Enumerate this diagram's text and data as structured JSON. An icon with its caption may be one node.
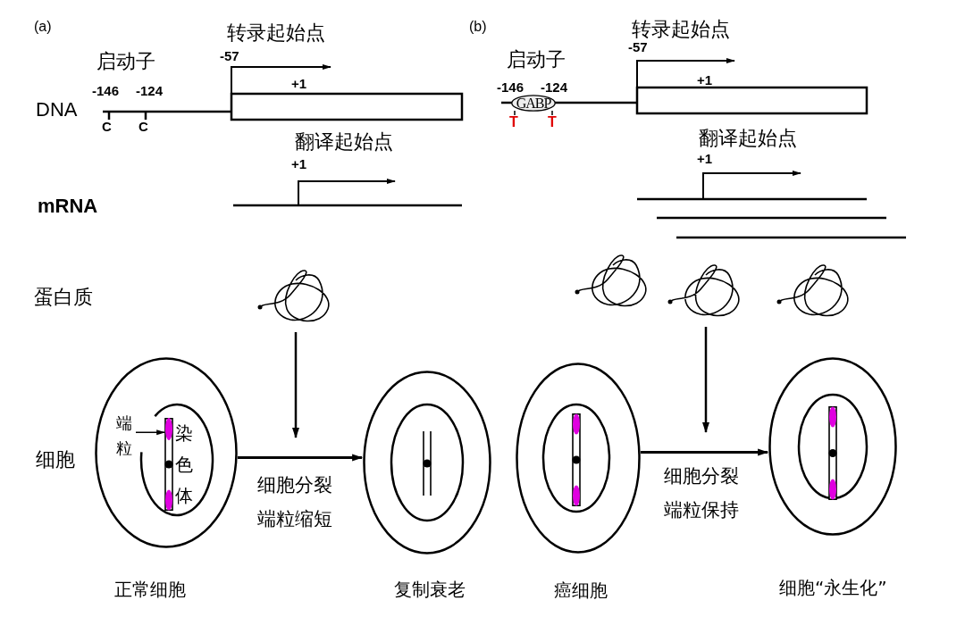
{
  "diagram": {
    "nodes": [
      {
        "text": [],
        "shape": "coil"
      },
      {
        "text": [],
        "shape": "coil"
      },
      {
        "text": [],
        "shape": "coil"
      },
      {
        "text": [],
        "shape": "coil"
      },
      {
        "text": [],
        "shape": "ellipse",
        "beside": [
          "正常细胞"
        ]
      },
      {
        "text": [
          "端粒"
        ],
        "in": 4
      },
      {
        "text": [],
        "shape": "ellipse",
        "in": 4
      },
      {
        "text": [
          "染色体"
        ],
        "in": 4
      },
      {
        "text": [],
        "shape": "ellipse",
        "beside": [
          "复制衰老"
        ]
      },
      {
        "text": [],
        "shape": "ellipse",
        "beside": [
          "癌细胞"
        ]
      },
      {
        "text": [],
        "shape": "ellipse",
        "beside": [
          "细胞“永生化”"
        ]
      },
      {
        "text": [
          "GABP"
        ]
      }
    ],
    "edges": [
      {
        "from": 4,
        "to": 8,
        "arrow": "to",
        "label": "细胞分裂端粒缩短"
      },
      {
        "from": 9,
        "to": 10,
        "arrow": "to",
        "label": "细胞分裂端粒保持"
      },
      {
        "from": 0,
        "to": null,
        "arrow": "to"
      },
      {
        "from": 2,
        "to": null,
        "arrow": "to"
      },
      {
        "from": 5,
        "to": 6,
        "arrow": "to"
      }
    ],
    "labels": [
      "(a)",
      "转录起始点",
      "启动子",
      "-57",
      "-146",
      "-124",
      "+1",
      "DNA",
      "C",
      "C",
      "翻译起始点",
      "+1",
      "mRNA",
      "(b)",
      "转录起始点",
      "启动子",
      "-57",
      "-146",
      "-124",
      "+1",
      "T",
      "T",
      "翻译起始点",
      "+1",
      "蛋白质",
      "细胞"
    ]
  }
}
